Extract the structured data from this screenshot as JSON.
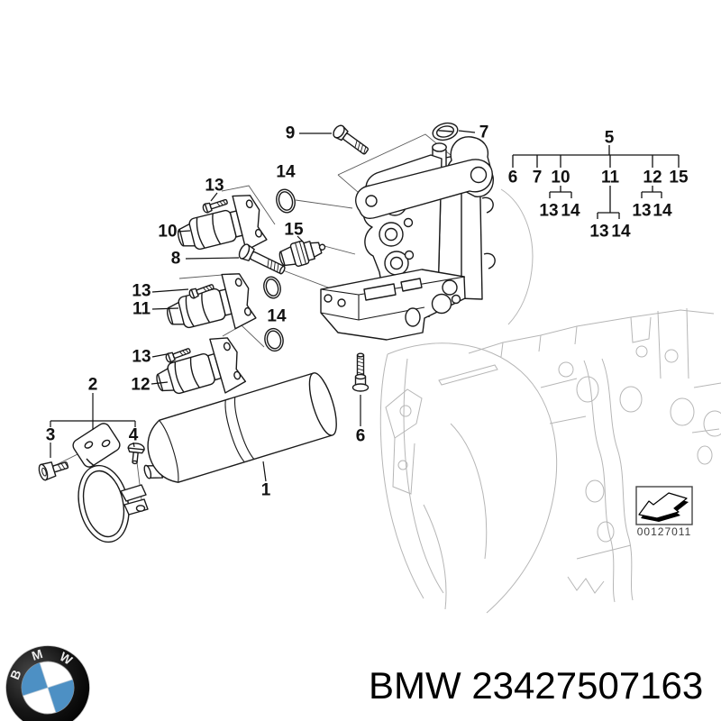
{
  "page": {
    "background": "#ffffff"
  },
  "diagram": {
    "description": "Exploded parts drawing of gearbox hydraulic actuator unit with pressure accumulator, solenoid valves, seals and bolts, in front of faded SMG gearbox",
    "callouts": [
      {
        "label": "9"
      },
      {
        "label": "7"
      },
      {
        "label": "14"
      },
      {
        "label": "13"
      },
      {
        "label": "10"
      },
      {
        "label": "15"
      },
      {
        "label": "8"
      },
      {
        "label": "13"
      },
      {
        "label": "11"
      },
      {
        "label": "14"
      },
      {
        "label": "13"
      },
      {
        "label": "12"
      },
      {
        "label": "2"
      },
      {
        "label": "3"
      },
      {
        "label": "4"
      },
      {
        "label": "1"
      },
      {
        "label": "6"
      }
    ],
    "legend_tree": {
      "root": "5",
      "level1": [
        "6",
        "7",
        "10",
        "11",
        "12",
        "15"
      ],
      "sub_groups": [
        {
          "parent": "10",
          "labels": [
            "13",
            "14"
          ]
        },
        {
          "parent": "11",
          "labels": [
            "13",
            "14"
          ]
        },
        {
          "parent": "12",
          "labels": [
            "13",
            "14"
          ]
        }
      ]
    },
    "stamp": {
      "number": "00127011",
      "icon": "direction-arrow"
    }
  },
  "footer": {
    "brand": "BMW",
    "part_number": "23427507163",
    "logo": {
      "letters": [
        "B",
        "M",
        "W"
      ],
      "blue": "#4d90c4"
    }
  },
  "colors": {
    "line": "#1a1a1a",
    "faded_line": "#b6b6b6",
    "stamp_text": "#3a3a3a",
    "logo_blue": "#4d90c4"
  }
}
